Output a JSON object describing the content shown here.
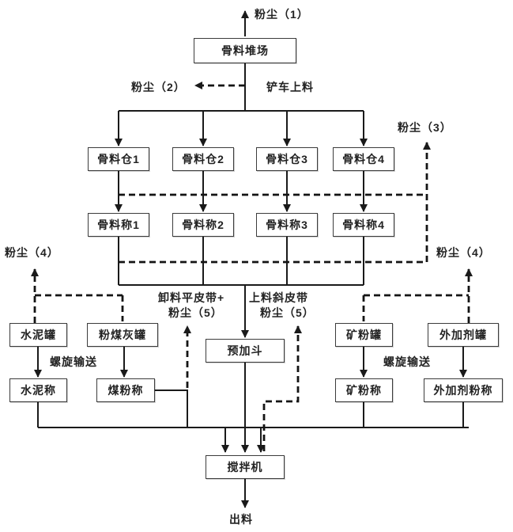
{
  "diagram": {
    "nodes": {
      "stockyard": "骨料堆场",
      "bin1": "骨料仓1",
      "bin2": "骨料仓2",
      "bin3": "骨料仓3",
      "bin4": "骨料仓4",
      "scale1": "骨料称1",
      "scale2": "骨料称2",
      "scale3": "骨料称3",
      "scale4": "骨料称4",
      "cement_tank": "水泥罐",
      "flyash_tank": "粉煤灰罐",
      "cement_scale": "水泥称",
      "coal_scale": "煤粉称",
      "prehopper": "预加斗",
      "mineral_tank": "矿粉罐",
      "admixture_tank": "外加剂罐",
      "mineral_scale": "矿粉称",
      "admixture_scale": "外加剂粉称",
      "mixer": "搅拌机"
    },
    "labels": {
      "dust1": "粉尘（1）",
      "dust2": "粉尘（2）",
      "dust3": "粉尘（3）",
      "dust4_left": "粉尘（4）",
      "dust4_right": "粉尘（4）",
      "loader_feed": "铲车上料",
      "screw_conveyor_left": "螺旋输送",
      "screw_conveyor_right": "螺旋输送",
      "flat_belt_line1": "卸料平皮带+",
      "flat_belt_line2": "粉尘（5）",
      "incline_belt_line1": "上料斜皮带",
      "incline_belt_line2": "粉尘（5）",
      "discharge": "出料"
    },
    "colors": {
      "line": "#1a1a1a",
      "box_border": "#3c3c3c",
      "text": "#222222",
      "background": "#ffffff"
    }
  }
}
